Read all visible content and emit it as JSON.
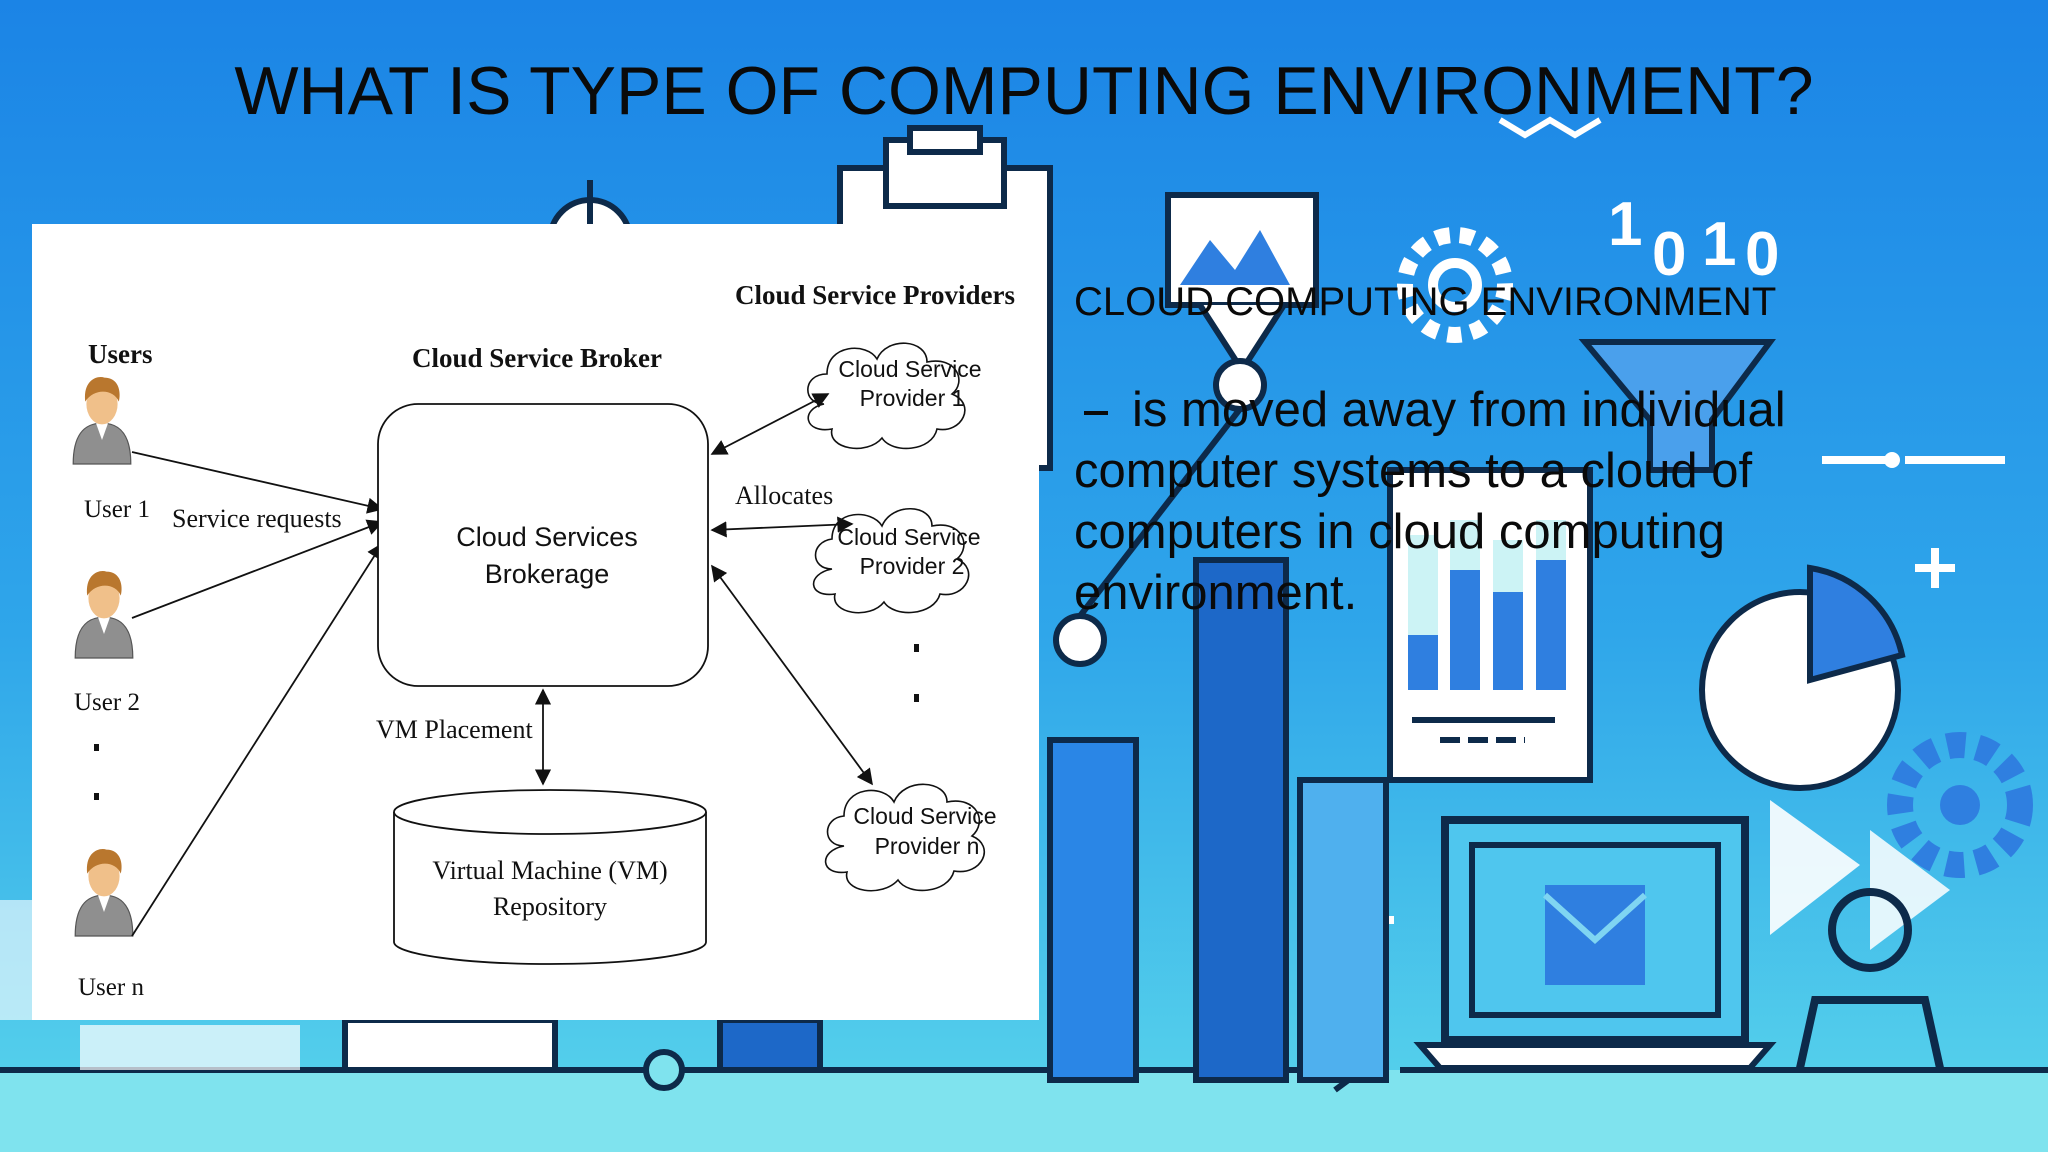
{
  "slide": {
    "title": "WHAT IS TYPE OF COMPUTING ENVIRONMENT?",
    "background_colors": {
      "sky_top": "#1f8be8",
      "sky_bottom": "#4fd0ea",
      "floor": "#7fe3ee",
      "ink": "#0d2a4a",
      "accent_blue": "#2f7fe0"
    }
  },
  "diagram": {
    "users_heading": "Users",
    "users": [
      "User 1",
      "User 2",
      "User n"
    ],
    "service_requests_label": "Service requests",
    "broker_heading": "Cloud Service Broker",
    "broker_box": [
      "Cloud Services",
      "Brokerage"
    ],
    "vm_placement_label": "VM Placement",
    "repository": [
      "Virtual Machine (VM)",
      "Repository"
    ],
    "providers_heading": "Cloud Service Providers",
    "allocates_label": "Allocates",
    "providers": [
      {
        "line1": "Cloud Service",
        "line2": "Provider 1"
      },
      {
        "line1": "Cloud Service",
        "line2": "Provider 2"
      },
      {
        "line1": "Cloud Service",
        "line2": "Provider n"
      }
    ],
    "colors": {
      "user_hair": "#b9772e",
      "user_face": "#f0c08a",
      "user_shirt": "#8f8f8f"
    }
  },
  "side_text": {
    "heading": "CLOUD COMPUTING ENVIRONMENT",
    "body": "is moved away from individual computer systems to a cloud of computers in cloud computing environment."
  }
}
